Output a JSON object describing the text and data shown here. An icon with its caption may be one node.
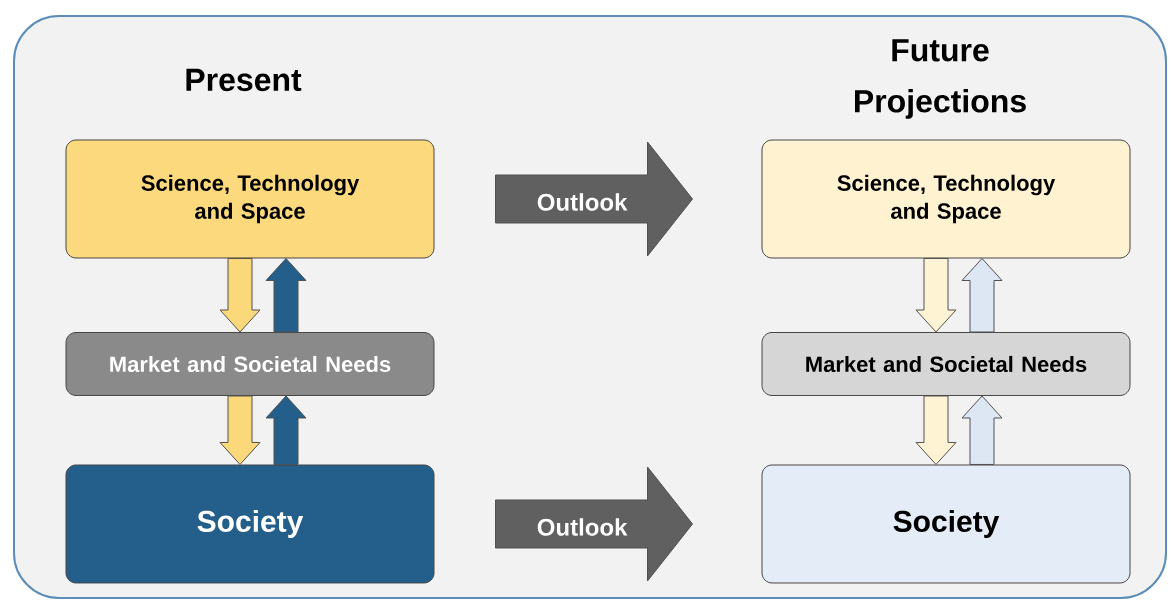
{
  "diagram": {
    "nodes": [
      {
        "text": [
          "Science, Technology and Space"
        ]
      },
      {
        "text": [
          "Market and Societal Needs"
        ]
      },
      {
        "text": [
          "Society"
        ]
      },
      {
        "text": [
          "Science, Technology and Space"
        ]
      },
      {
        "text": [
          "Market and Societal Needs"
        ]
      },
      {
        "text": [
          "Society"
        ]
      }
    ],
    "edges": [
      {
        "from": 0,
        "to": 1,
        "arrow": "to",
        "color": "#fbd87a"
      },
      {
        "from": 1,
        "to": 0,
        "arrow": "to",
        "color": "#245e8a"
      },
      {
        "from": 1,
        "to": 2,
        "arrow": "to",
        "color": "#fbd87a"
      },
      {
        "from": 2,
        "to": 1,
        "arrow": "to",
        "color": "#245e8a"
      },
      {
        "from": 3,
        "to": 4,
        "arrow": "to",
        "color": "#fef3d2"
      },
      {
        "from": 4,
        "to": 3,
        "arrow": "to",
        "color": "#dde7f3"
      },
      {
        "from": 4,
        "to": 5,
        "arrow": "to",
        "color": "#fef3d2"
      },
      {
        "from": 5,
        "to": 4,
        "arrow": "to",
        "color": "#dde7f3"
      },
      {
        "from": 0,
        "to": 3,
        "arrow": "to",
        "color": "#606060",
        "label": "Outlook"
      },
      {
        "from": 2,
        "to": 5,
        "arrow": "to",
        "color": "#606060",
        "label": "Outlook"
      }
    ],
    "labels": [
      "Present",
      "Future Projections"
    ]
  }
}
